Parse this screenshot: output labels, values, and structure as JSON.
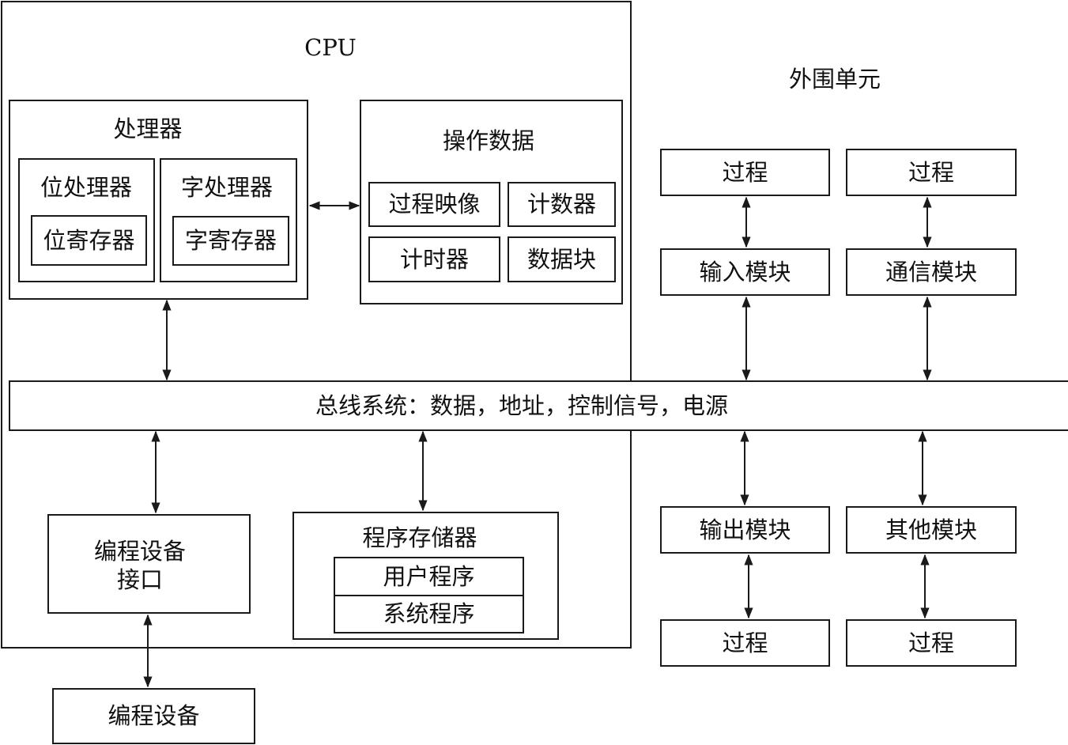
{
  "cpu": {
    "title": "CPU",
    "processor": {
      "title": "处理器",
      "bit_processor": "位处理器",
      "bit_register": "位寄存器",
      "word_processor": "字处理器",
      "word_register": "字寄存器"
    },
    "operand_data": {
      "title": "操作数据",
      "process_image": "过程映像",
      "counter": "计数器",
      "timer": "计时器",
      "data_block": "数据块"
    },
    "programming_interface": {
      "line1": "编程设备",
      "line2": "接口"
    },
    "program_memory": {
      "title": "程序存储器",
      "user_program": "用户程序",
      "system_program": "系统程序"
    }
  },
  "bus": {
    "label": "总线系统：数据，地址，控制信号，电源"
  },
  "programming_device": "编程设备",
  "peripherals": {
    "title": "外围单元",
    "process_top_left": "过程",
    "process_top_right": "过程",
    "input_module": "输入模块",
    "comm_module": "通信模块",
    "output_module": "输出模块",
    "other_module": "其他模块",
    "process_bottom_left": "过程",
    "process_bottom_right": "过程"
  }
}
